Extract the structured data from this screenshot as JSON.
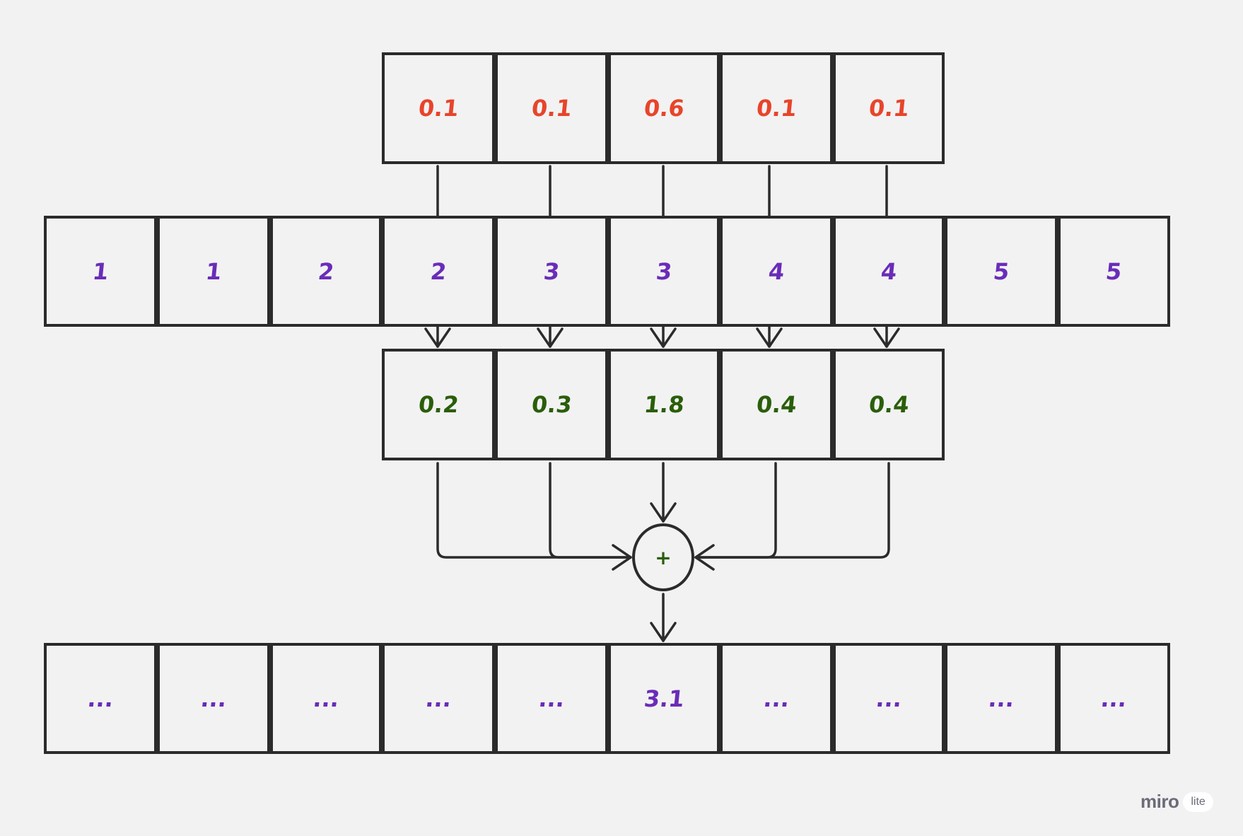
{
  "diagram": {
    "weights": [
      "0.1",
      "0.1",
      "0.6",
      "0.1",
      "0.1"
    ],
    "input_values": [
      "1",
      "1",
      "2",
      "2",
      "3",
      "3",
      "4",
      "4",
      "5",
      "5"
    ],
    "products": [
      "0.2",
      "0.3",
      "1.8",
      "0.4",
      "0.4"
    ],
    "sum_symbol": "+",
    "outputs": [
      "...",
      "...",
      "...",
      "...",
      "...",
      "3.1",
      "...",
      "...",
      "...",
      "..."
    ]
  },
  "colors": {
    "weights": "#e8442b",
    "input_values": "#6a2cb8",
    "products": "#2a5e0a",
    "outputs": "#6a2cb8",
    "stroke": "#2b2b2b",
    "background": "#f2f2f2"
  },
  "brand": {
    "logo": "miro",
    "badge": "lite"
  }
}
